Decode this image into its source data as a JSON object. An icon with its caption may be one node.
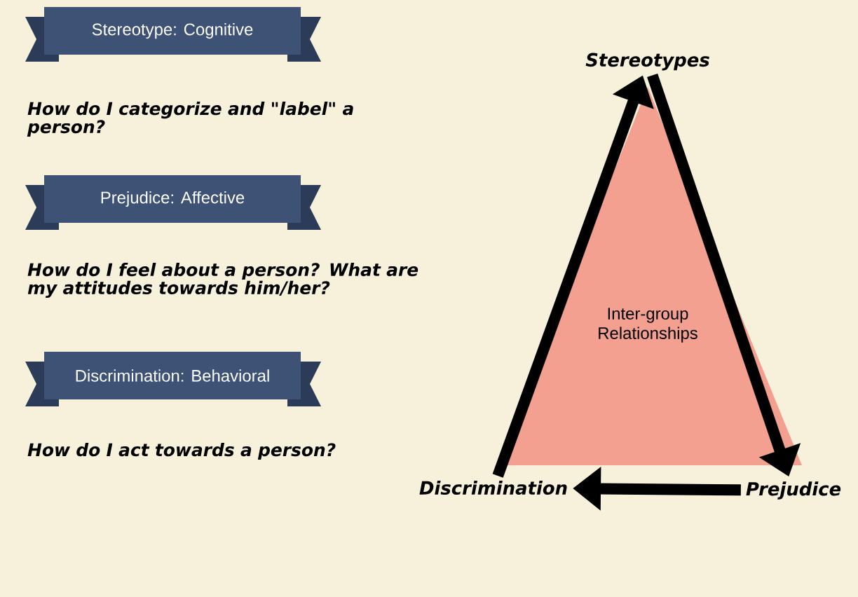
{
  "diagram": {
    "nodes": [
      {
        "text": [
          "Stereotype: Cognitive"
        ]
      },
      {
        "text": [
          "Prejudice: Affective"
        ]
      },
      {
        "text": [
          "Discrimination: Behavioral"
        ]
      },
      {
        "text": [
          "Inter-group Relationships"
        ]
      },
      {
        "text": [
          "Stereotypes"
        ]
      },
      {
        "text": [
          "Prejudice"
        ]
      },
      {
        "text": [
          "Discrimination"
        ]
      }
    ],
    "edges": [
      {
        "from": 4,
        "to": 5,
        "arrow": "to"
      },
      {
        "from": 5,
        "to": 6,
        "arrow": "to"
      },
      {
        "from": 6,
        "to": 4,
        "arrow": "to"
      }
    ],
    "labels": [
      "How do I categorize and \"label\" a person?",
      "How do I feel about a person? What are my attitudes towards him/her?",
      "How do I act towards a person?"
    ]
  }
}
